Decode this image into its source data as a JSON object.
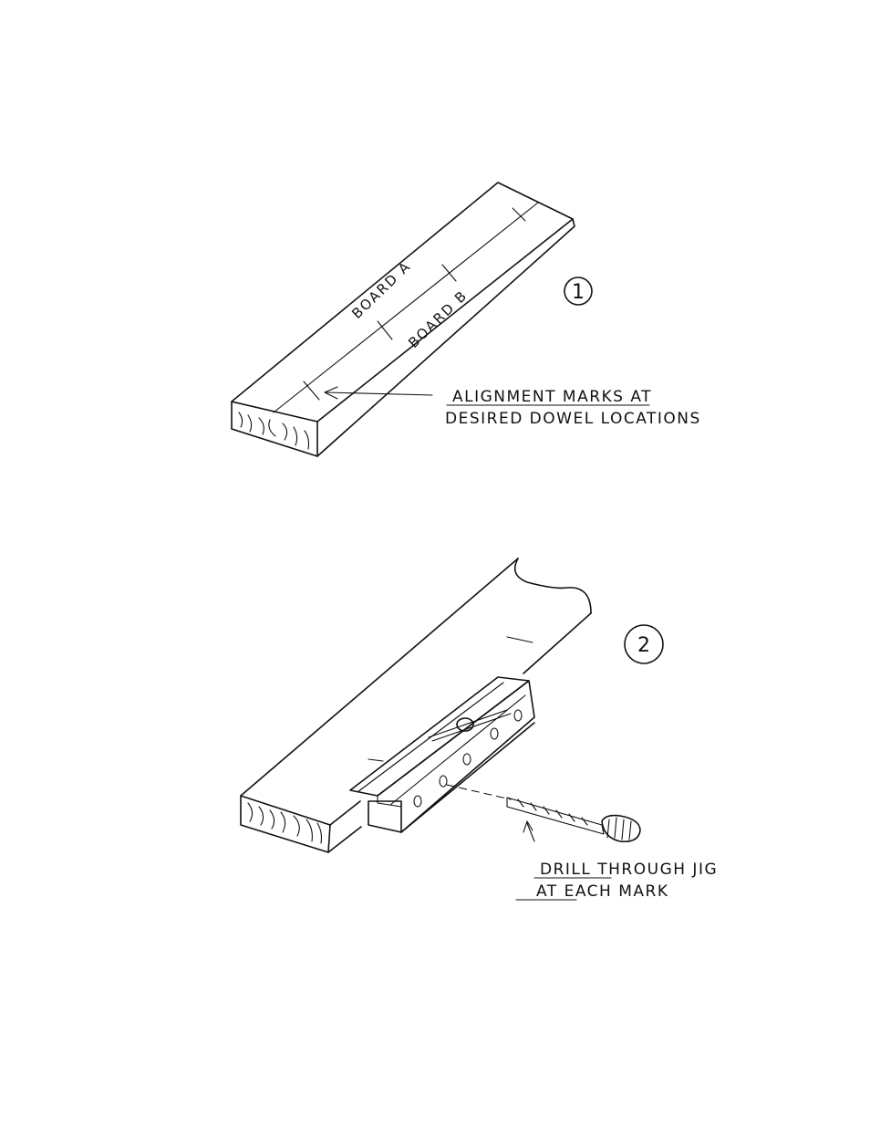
{
  "step1": {
    "number": "1",
    "board_a_label": "BOARD A",
    "board_b_label": "BOARD B",
    "callout_line1": "ALIGNMENT MARKS AT",
    "callout_line2": "DESIRED DOWEL LOCATIONS"
  },
  "step2": {
    "number": "2",
    "callout_line1": "DRILL THROUGH JIG",
    "callout_line2": "AT EACH MARK"
  }
}
